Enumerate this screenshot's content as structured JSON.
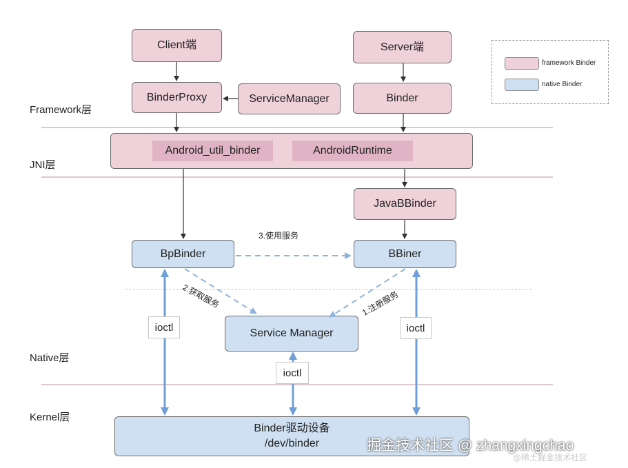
{
  "legend": {
    "framework": "framework Binder",
    "native": "native Binder"
  },
  "layers": {
    "framework": "Framework层",
    "jni": "JNI层",
    "native": "Native层",
    "kernel": "Kernel层"
  },
  "nodes": {
    "client": "Client端",
    "server": "Server端",
    "binder_proxy": "BinderProxy",
    "service_manager_java": "ServiceManager",
    "binder": "Binder",
    "android_util_binder": "Android_util_binder",
    "android_runtime": "AndroidRuntime",
    "java_bbinder": "JavaBBinder",
    "bp_binder": "BpBinder",
    "bbiner": "BBiner",
    "service_manager_native": "Service Manager",
    "driver_line1": "Binder驱动设备",
    "driver_line2": "/dev/binder"
  },
  "ioctl_label": "ioctl",
  "edges": {
    "use_service": "3.使用服务",
    "get_service": "2.获取服务",
    "register_service": "1.注册服务"
  },
  "watermark": {
    "main": "掘金技术社区 @ zhangxingchao",
    "sub": "@稀土掘金技术社区"
  },
  "colors": {
    "framework_fill": "#efd1da",
    "native_fill": "#cfe0f2",
    "arrow_blue": "#6e9fd6",
    "arrow_dashed": "#8fb3dc"
  }
}
